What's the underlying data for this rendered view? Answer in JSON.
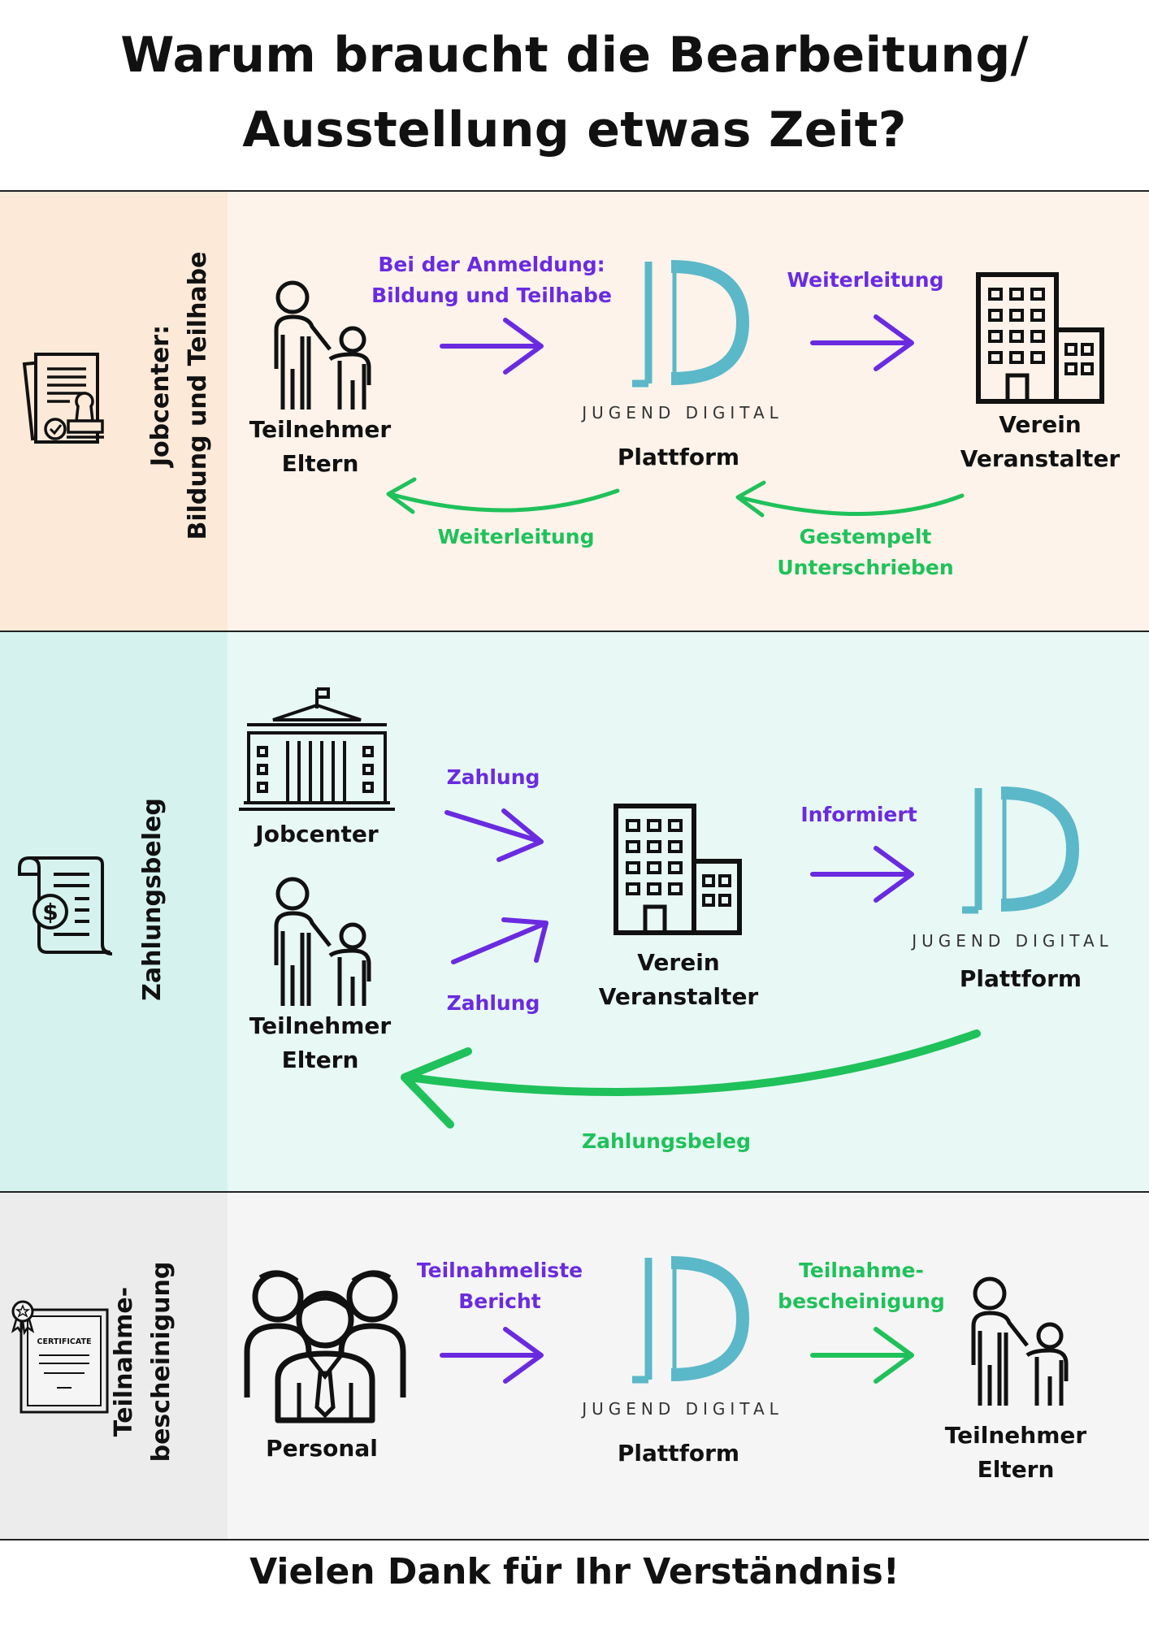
{
  "title_line1": "Warum braucht die Bearbeitung/",
  "title_line2": "Ausstellung etwas Zeit?",
  "footer": "Vielen Dank für Ihr Verständnis!",
  "brand_text": "JUGEND DIGITAL",
  "colors": {
    "purple": "#6a2be0",
    "green": "#1fc15a",
    "logo": "#5bb8c8",
    "band1": "#fdf3ea",
    "band1_side": "#fce9d8",
    "band2": "#e8f8f5",
    "band2_side": "#d5f2ee",
    "band3": "#f5f5f5",
    "band3_side": "#ececec"
  },
  "section1": {
    "side_label_line1": "Jobcenter:",
    "side_label_line2": "Bildung und Teilhabe",
    "side_icon": "document-stamp-icon",
    "participant_line1": "Teilnehmer",
    "participant_line2": "Eltern",
    "platform": "Plattform",
    "club_line1": "Verein",
    "club_line2": "Veranstalter",
    "arrow1_line1": "Bei der Anmeldung:",
    "arrow1_line2": "Bildung und Teilhabe",
    "arrow2": "Weiterleitung",
    "arrow3": "Weiterleitung",
    "arrow4_line1": "Gestempelt",
    "arrow4_line2": "Unterschrieben"
  },
  "section2": {
    "side_label": "Zahlungsbeleg",
    "side_icon": "receipt-dollar-icon",
    "jobcenter": "Jobcenter",
    "participant_line1": "Teilnehmer",
    "participant_line2": "Eltern",
    "club_line1": "Verein",
    "club_line2": "Veranstalter",
    "platform": "Plattform",
    "arrow1": "Zahlung",
    "arrow2": "Zahlung",
    "arrow3": "Informiert",
    "arrow4": "Zahlungsbeleg"
  },
  "section3": {
    "side_label_line1": "Teilnahme-",
    "side_label_line2": "bescheinigung",
    "side_icon": "certificate-icon",
    "certificate_text": "CERTIFICATE",
    "staff": "Personal",
    "platform": "Plattform",
    "participant_line1": "Teilnehmer",
    "participant_line2": "Eltern",
    "arrow1_line1": "Teilnahmeliste",
    "arrow1_line2": "Bericht",
    "arrow2_line1": "Teilnahme-",
    "arrow2_line2": "bescheinigung"
  }
}
